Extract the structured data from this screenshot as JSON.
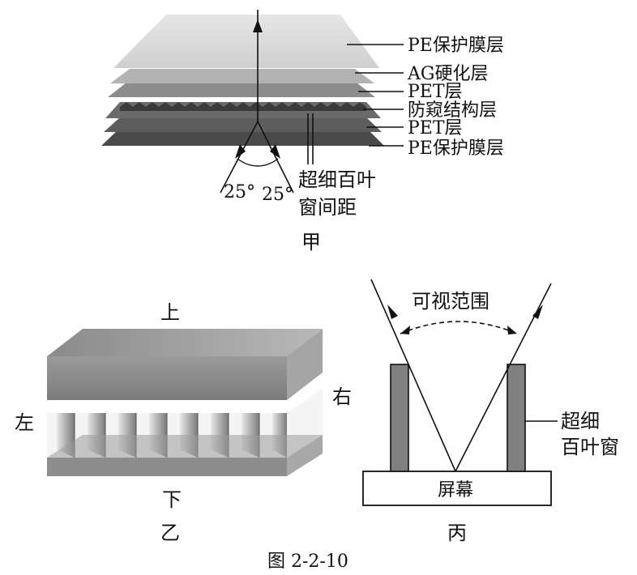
{
  "panel_jia": {
    "layers": [
      "PE保护膜层",
      "AG硬化层",
      "PET层",
      "防窥结构层",
      "PET层",
      "PE保护膜层"
    ],
    "angle_left": "25°",
    "angle_right": "25°",
    "spacing_label_line1": "超细百叶",
    "spacing_label_line2": "窗间距",
    "caption": "甲"
  },
  "panel_yi": {
    "top": "上",
    "bottom": "下",
    "left": "左",
    "right": "右",
    "caption": "乙"
  },
  "panel_bing": {
    "view_range": "可视范围",
    "louver_line1": "超细",
    "louver_line2": "百叶窗",
    "screen": "屏幕",
    "caption": "丙"
  },
  "figure_caption": "图 2-2-10"
}
